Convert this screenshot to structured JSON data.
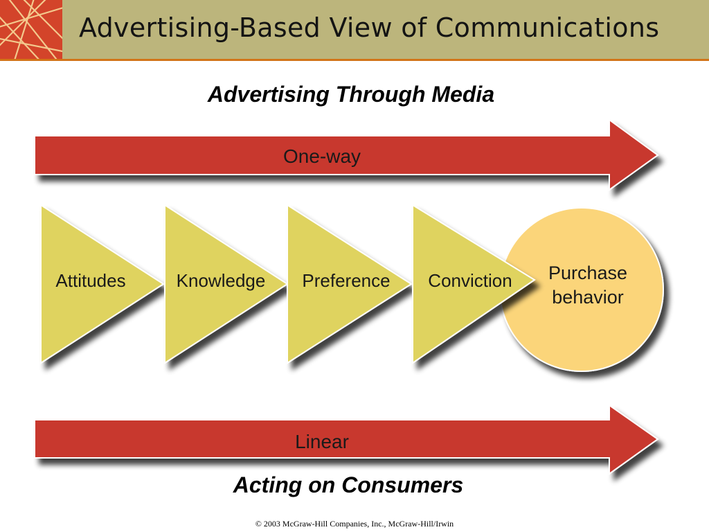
{
  "slide": {
    "title": "Advertising-Based View of Communications",
    "subtitle_top": "Advertising Through Media",
    "subtitle_bottom": "Acting on Consumers",
    "footer": "© 2003 McGraw-Hill Companies, Inc., McGraw-Hill/Irwin"
  },
  "diagram": {
    "top_arrow_label": "One-way",
    "bottom_arrow_label": "Linear",
    "stages": [
      "Attitudes",
      "Knowledge",
      "Preference",
      "Conviction"
    ],
    "final_stage_line1": "Purchase",
    "final_stage_line2": "behavior"
  },
  "colors": {
    "header_bar": "#bcb57c",
    "header_rule": "#d27418",
    "arrow_red": "#c8372d",
    "triangle_yellow": "#dfd35f",
    "circle_orange": "#fbd57a"
  }
}
